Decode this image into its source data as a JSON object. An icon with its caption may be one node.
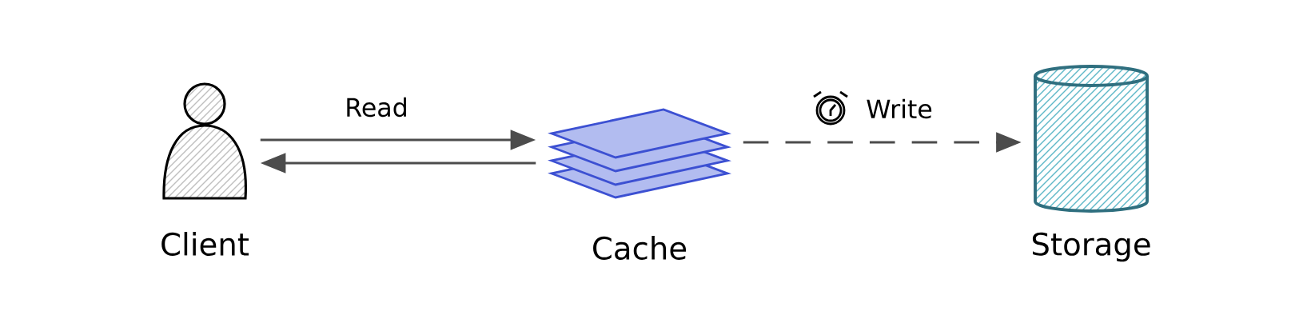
{
  "diagram": {
    "nodes": [
      {
        "text": [
          "Client"
        ]
      },
      {
        "text": [
          "Cache"
        ]
      },
      {
        "text": [
          "Storage"
        ]
      }
    ],
    "edges": [
      {
        "from": 0,
        "to": 1,
        "arrow": "to",
        "label": "Read"
      },
      {
        "from": 1,
        "to": 0,
        "arrow": "to"
      },
      {
        "from": 1,
        "to": 2,
        "arrow": "to",
        "label": "Write",
        "style": "dashed"
      }
    ]
  }
}
